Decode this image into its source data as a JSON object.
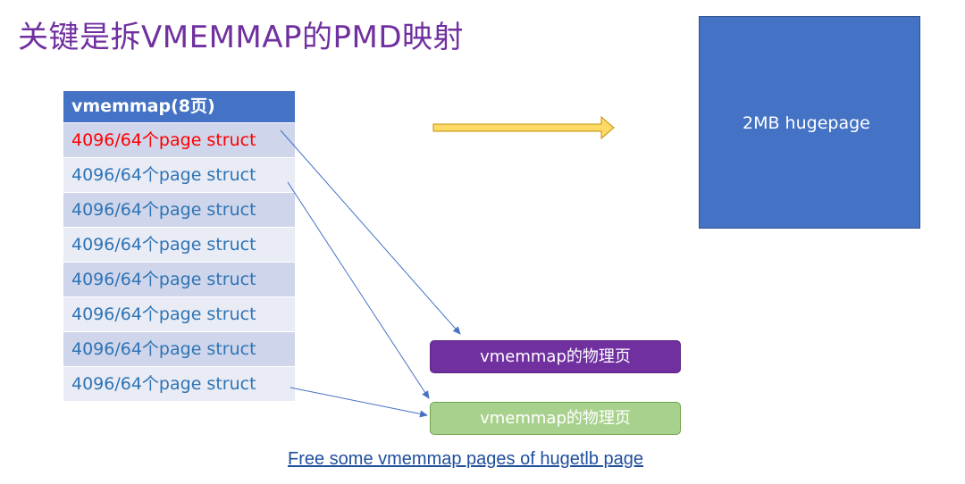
{
  "title": "关键是拆VMEMMAP的PMD映射",
  "table": {
    "header": "vmemmap(8页)",
    "rows": [
      "4096/64个page struct",
      "4096/64个page struct",
      "4096/64个page struct",
      "4096/64个page struct",
      "4096/64个page struct",
      "4096/64个page struct",
      "4096/64个page struct",
      "4096/64个page struct"
    ]
  },
  "hugepage_label": "2MB hugepage",
  "boxes": {
    "purple_label": "vmemmap的物理页",
    "green_label": "vmemmap的物理页"
  },
  "footer_link": "Free some vmemmap pages of hugetlb page",
  "colors": {
    "title": "#7030a0",
    "header_bg": "#4472c4",
    "row_text": "#2e74b5",
    "highlight_row_text": "#ff0000",
    "hugepage_bg": "#4472c4",
    "purple_box": "#7030a0",
    "green_box": "#a9d18e",
    "block_arrow": "#ffd966",
    "connector": "#4472c4"
  }
}
